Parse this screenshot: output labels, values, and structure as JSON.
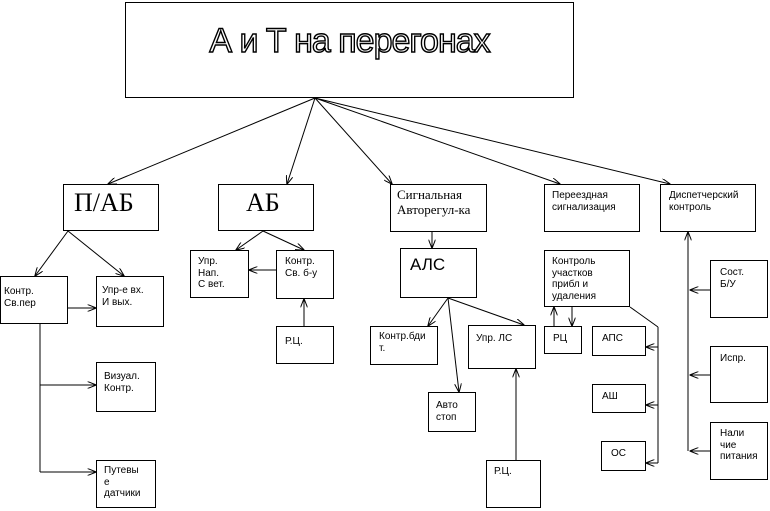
{
  "title": "А и Т на перегонах",
  "nodes": {
    "pab": "П/АБ",
    "ab": "АБ",
    "signal": "Сигнальная\nАвторегул-ка",
    "crossing": "Переездная\nсигнализация",
    "dispatch": "Диспетчерский\nконтроль",
    "kontr_sv_per": "Контр.\nСв.пер",
    "upr_vkh": "Упр-е вх.\nИ вых.",
    "vizual": "Визуал.\nКонтр.",
    "putevye": "Путевы\nе\nдатчики",
    "upr_nap": "Упр.\nНап.\nС вет.",
    "kontr_sv6": "Контр.\nСв. б-у",
    "rc_ab": "Р.Ц.",
    "als": "АЛС",
    "kontr_bdit": "Контр.бди\nт.",
    "upr_ls": "Упр. ЛС",
    "avtostop": "Авто\nстоп",
    "rc_als": "Р.Ц.",
    "kontrol_uch": "Контроль\nучастков\nприбл и\nудаления",
    "rc_cross": "РЦ",
    "aps": "АПС",
    "ash": "АШ",
    "os": "ОС",
    "sost": "Сост.\nБ/У",
    "ispr": "Испр.",
    "nalichie": "Нали\nчие\nпитания"
  }
}
